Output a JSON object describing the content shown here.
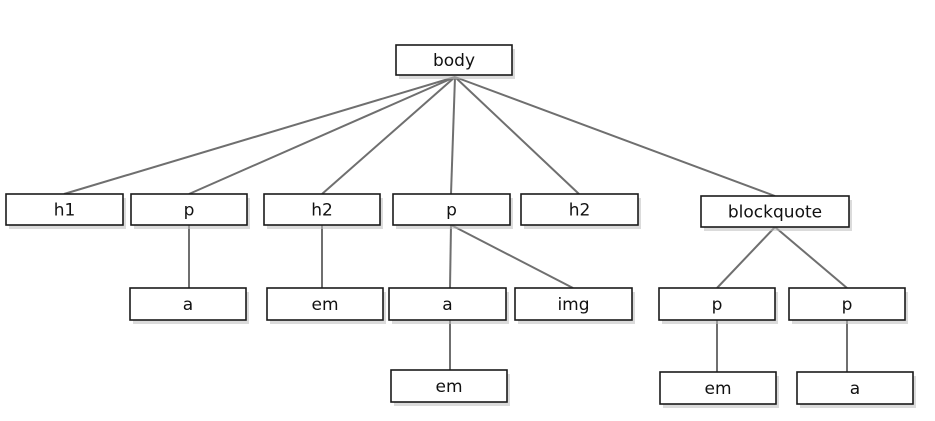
{
  "nodes": [
    {
      "id": "body",
      "label": "body"
    },
    {
      "id": "h1",
      "label": "h1"
    },
    {
      "id": "p1",
      "label": "p"
    },
    {
      "id": "h2a",
      "label": "h2"
    },
    {
      "id": "p2",
      "label": "p"
    },
    {
      "id": "h2b",
      "label": "h2"
    },
    {
      "id": "blockquote",
      "label": "blockquote"
    },
    {
      "id": "a1",
      "label": "a"
    },
    {
      "id": "em1",
      "label": "em"
    },
    {
      "id": "a2",
      "label": "a"
    },
    {
      "id": "img",
      "label": "img"
    },
    {
      "id": "p3",
      "label": "p"
    },
    {
      "id": "p4",
      "label": "p"
    },
    {
      "id": "em2",
      "label": "em"
    },
    {
      "id": "em3",
      "label": "em"
    },
    {
      "id": "a3",
      "label": "a"
    }
  ],
  "edges": [
    [
      "body",
      "h1"
    ],
    [
      "body",
      "p1"
    ],
    [
      "body",
      "h2a"
    ],
    [
      "body",
      "p2"
    ],
    [
      "body",
      "h2b"
    ],
    [
      "body",
      "blockquote"
    ],
    [
      "p1",
      "a1"
    ],
    [
      "h2a",
      "em1"
    ],
    [
      "p2",
      "a2"
    ],
    [
      "p2",
      "img"
    ],
    [
      "a2",
      "em2"
    ],
    [
      "blockquote",
      "p3"
    ],
    [
      "blockquote",
      "p4"
    ],
    [
      "p3",
      "em3"
    ],
    [
      "p4",
      "a3"
    ]
  ]
}
